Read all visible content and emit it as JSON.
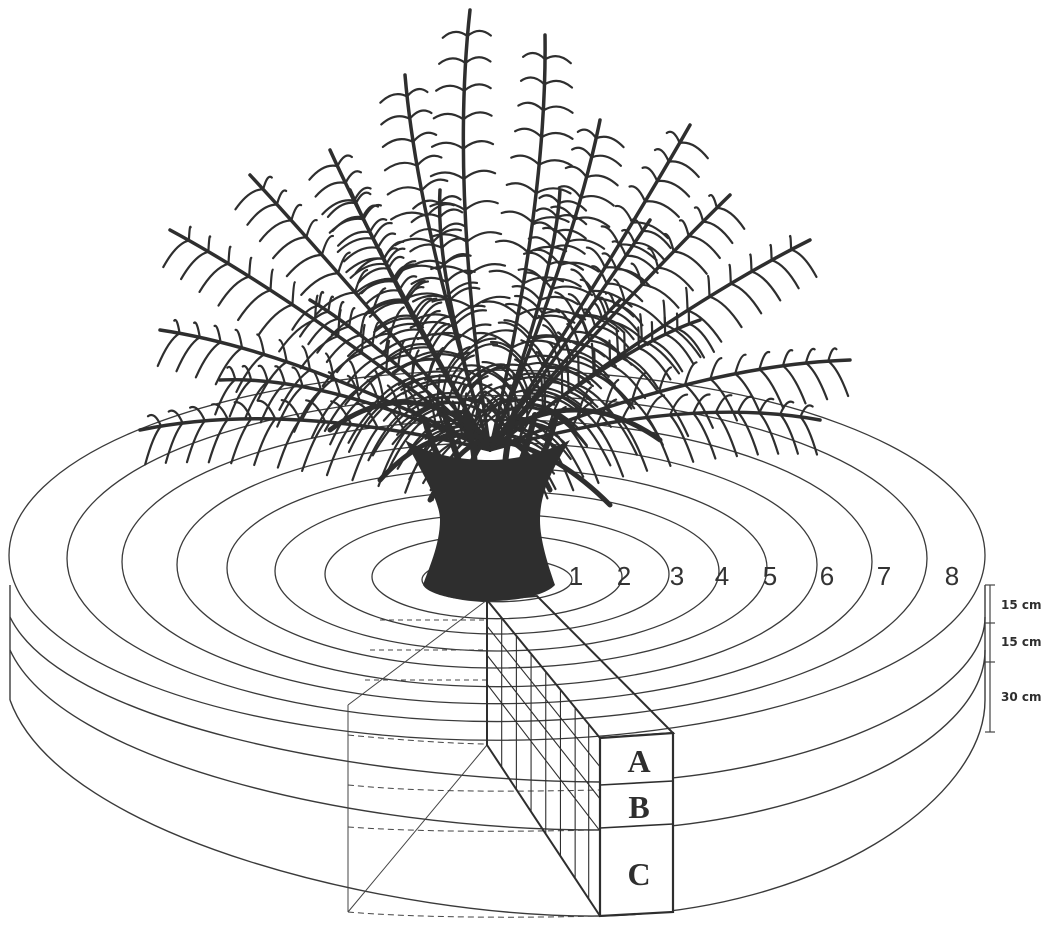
{
  "figure": {
    "colors": {
      "ink": "#2e2e2e",
      "line": "#3a3a3a",
      "background": "#ffffff"
    },
    "rings": [
      {
        "label": "1"
      },
      {
        "label": "2"
      },
      {
        "label": "3"
      },
      {
        "label": "4"
      },
      {
        "label": "5"
      },
      {
        "label": "6"
      },
      {
        "label": "7"
      },
      {
        "label": "8"
      }
    ],
    "layers": [
      {
        "label": "A",
        "depth": "15 cm"
      },
      {
        "label": "B",
        "depth": "15 cm"
      },
      {
        "label": "C",
        "depth": "30 cm"
      }
    ],
    "icons": [
      "palm-tree-icon",
      "soil-sampling-block"
    ]
  }
}
